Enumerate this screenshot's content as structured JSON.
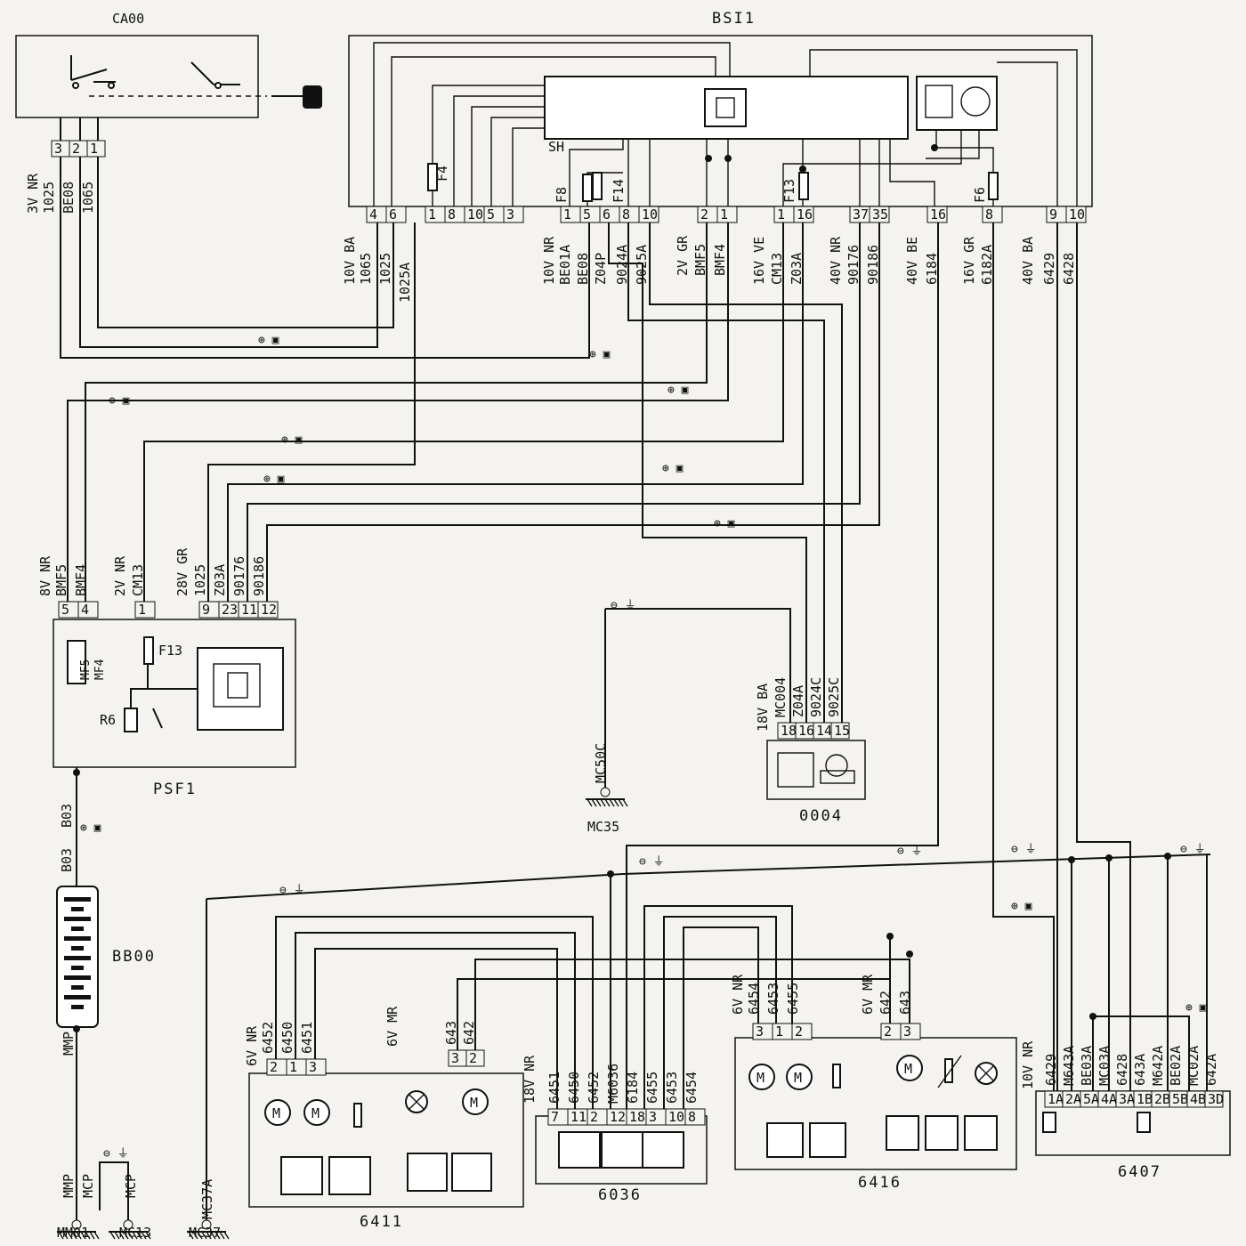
{
  "components": {
    "ca00": "CA00",
    "bsi1": "BSI1",
    "psf1": "PSF1",
    "bb00": "BB00",
    "c0004": "0004",
    "c6411": "6411",
    "c6036": "6036",
    "c6416": "6416",
    "c6407": "6407"
  },
  "grounds": {
    "mm01": "MM01",
    "mc13": "MC13",
    "mc37": "MC37",
    "mc35": "MC35",
    "mmp": "MMP",
    "mcp": "MCP",
    "mc37a": "MC37A",
    "mc50c": "MC50C"
  },
  "fuses": {
    "f4": "F4",
    "f8": "F8",
    "f14": "F14",
    "f13": "F13",
    "f6": "F6",
    "f13b": "F13",
    "r6": "R6",
    "sh": "SH"
  },
  "ca00_connector": {
    "label": "3V NR",
    "pins": [
      "3",
      "2",
      "1"
    ],
    "wires": [
      "1025",
      "BE08",
      "1065"
    ]
  },
  "bsi_pins": {
    "left": [
      "4",
      "6"
    ],
    "mid": [
      "1",
      "8",
      "10",
      "5",
      "3"
    ],
    "c1": [
      "1",
      "5",
      "6",
      "8",
      "10"
    ],
    "c2": [
      "2",
      "1"
    ],
    "c3": [
      "1",
      "16"
    ],
    "c4": [
      "37",
      "35"
    ],
    "c5": [
      "16"
    ],
    "c6": [
      "8"
    ],
    "c7": [
      "9",
      "10"
    ]
  },
  "bsi_connectors": {
    "c10vba": {
      "label": "10V BA",
      "wires": [
        "1065",
        "1025",
        "1025A"
      ]
    },
    "c10vnr": {
      "label": "10V NR",
      "wires": [
        "BE01A",
        "BE08",
        "Z04P",
        "9024A",
        "9025A"
      ]
    },
    "c2vgr": {
      "label": "2V GR",
      "wires": [
        "BMF5",
        "BMF4"
      ]
    },
    "c16vve": {
      "label": "16V VE",
      "wires": [
        "CM13",
        "Z03A"
      ]
    },
    "c40vnr": {
      "label": "40V NR",
      "wires": [
        "90176",
        "90186"
      ]
    },
    "c40vbe": {
      "label": "40V BE",
      "wires": [
        "6184"
      ]
    },
    "c16vgr": {
      "label": "16V GR",
      "wires": [
        "6182A"
      ]
    },
    "c40vba": {
      "label": "40V BA",
      "wires": [
        "6429",
        "6428"
      ]
    }
  },
  "psf_connectors": {
    "c8vnr": {
      "label": "8V NR",
      "wires": [
        "BMF5",
        "BMF4"
      ],
      "pins": [
        "5",
        "4"
      ]
    },
    "c2vnr": {
      "label": "2V NR",
      "wires": [
        "CM13"
      ],
      "pins": [
        "1"
      ]
    },
    "c28vgr": {
      "label": "28V GR",
      "wires": [
        "1025",
        "Z03A",
        "90176",
        "90186"
      ],
      "pins": [
        "9",
        "23",
        "11",
        "12"
      ]
    },
    "mf": [
      "MF5",
      "MF4"
    ]
  },
  "b03": [
    "B03",
    "B03"
  ],
  "c0004_connector": {
    "label": "18V BA",
    "wires": [
      "MC004",
      "Z04A",
      "9024C",
      "9025C"
    ],
    "pins": [
      "18",
      "16",
      "14",
      "15"
    ]
  },
  "c6411_connectors": {
    "a": {
      "label": "6V NR",
      "wires": [
        "6452",
        "6450",
        "6451"
      ],
      "pins": [
        "2",
        "1",
        "3"
      ]
    },
    "b": {
      "label": "6V MR",
      "wires": [
        "643",
        "642"
      ],
      "pins": [
        "3",
        "2"
      ]
    }
  },
  "c6036_connector": {
    "label": "18V NR",
    "wires": [
      "6451",
      "6450",
      "6452",
      "M6036",
      "6184",
      "6455",
      "6453",
      "6454"
    ],
    "pins": [
      "7",
      "11",
      "2",
      "12",
      "18",
      "3",
      "10",
      "8"
    ]
  },
  "c6416_connectors": {
    "a": {
      "label": "6V NR",
      "wires": [
        "6454",
        "6453",
        "6455"
      ],
      "pins": [
        "3",
        "1",
        "2"
      ]
    },
    "b": {
      "label": "6V MR",
      "wires": [
        "642",
        "643"
      ],
      "pins": [
        "2",
        "3"
      ]
    }
  },
  "c6407_connector": {
    "label": "10V NR",
    "wires": [
      "6429",
      "M643A",
      "BE03A",
      "MC03A",
      "6428",
      "643A",
      "M642A",
      "BE02A",
      "MC02A",
      "642A"
    ],
    "pins": [
      "1A",
      "2A",
      "5A",
      "4A",
      "3A",
      "1B",
      "2B",
      "5B",
      "4B",
      "3D"
    ]
  },
  "symbols": {
    "plus": "⊕ ▣",
    "minus": "⊖ ⏚"
  }
}
